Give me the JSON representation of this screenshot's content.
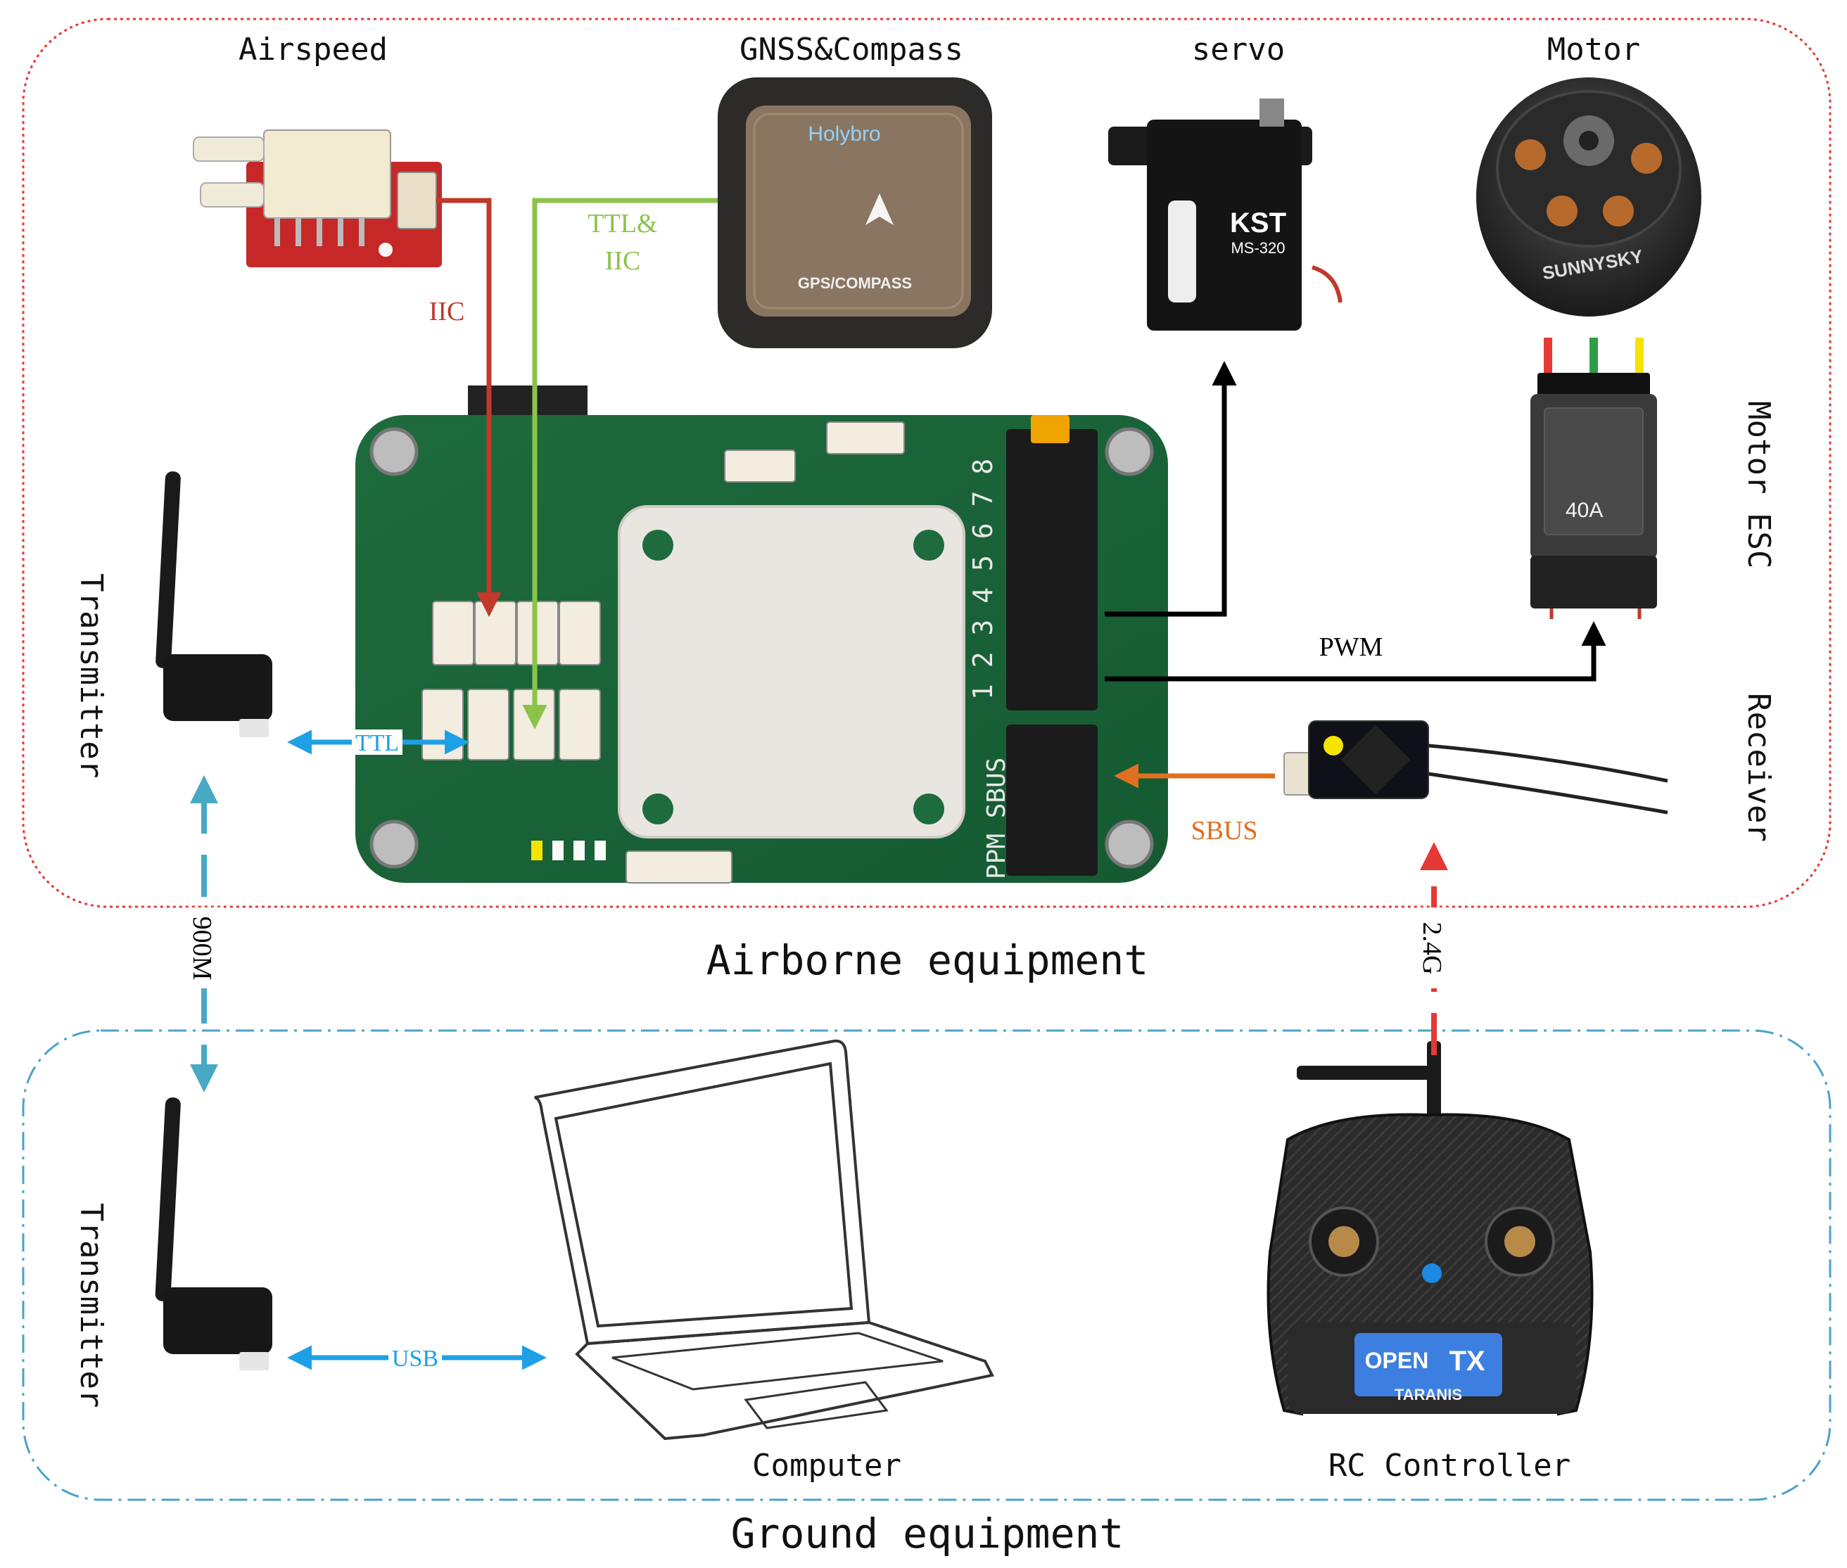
{
  "labels": {
    "airspeed": "Airspeed",
    "gnss": "GNSS&Compass",
    "servo": "servo",
    "motor": "Motor",
    "motor_esc": "Motor ESC",
    "receiver": "Receiver",
    "transmitter_top": "Transmitter",
    "transmitter_bottom": "Transmitter",
    "computer": "Computer",
    "rc_controller": "RC Controller",
    "airborne": "Airborne equipment",
    "ground": "Ground equipment"
  },
  "links": {
    "iic": "IIC",
    "ttl_iic_1": "TTL&",
    "ttl_iic_2": "IIC",
    "ttl": "TTL",
    "usb": "USB",
    "pwm": "PWM",
    "sbus": "SBUS",
    "rf_900": "900M",
    "rf_24": "2.4G"
  },
  "device_text": {
    "gnss_brand": "Holybro",
    "gnss_sub": "GPS/COMPASS",
    "servo_brand": "KST",
    "servo_model": "MS-320",
    "motor_brand": "SUNNYSKY",
    "esc_rating": "40A",
    "board_pins": "1 2 3 4 5 6 7 8",
    "board_ports": "PPM SBUS",
    "rc_screen_1": "OPEN",
    "rc_screen_2": "TX",
    "rc_brand": "TARANIS"
  },
  "colors": {
    "airborne_border": "#e53935",
    "ground_border": "#4aa3c7",
    "iic": "#c0392b",
    "ttl_iic": "#8bc34a",
    "ttl_usb": "#1ea0e6",
    "rf_900": "#48a9c5",
    "rf_24": "#e53935",
    "sbus": "#e07020",
    "pwm": "#000000"
  }
}
